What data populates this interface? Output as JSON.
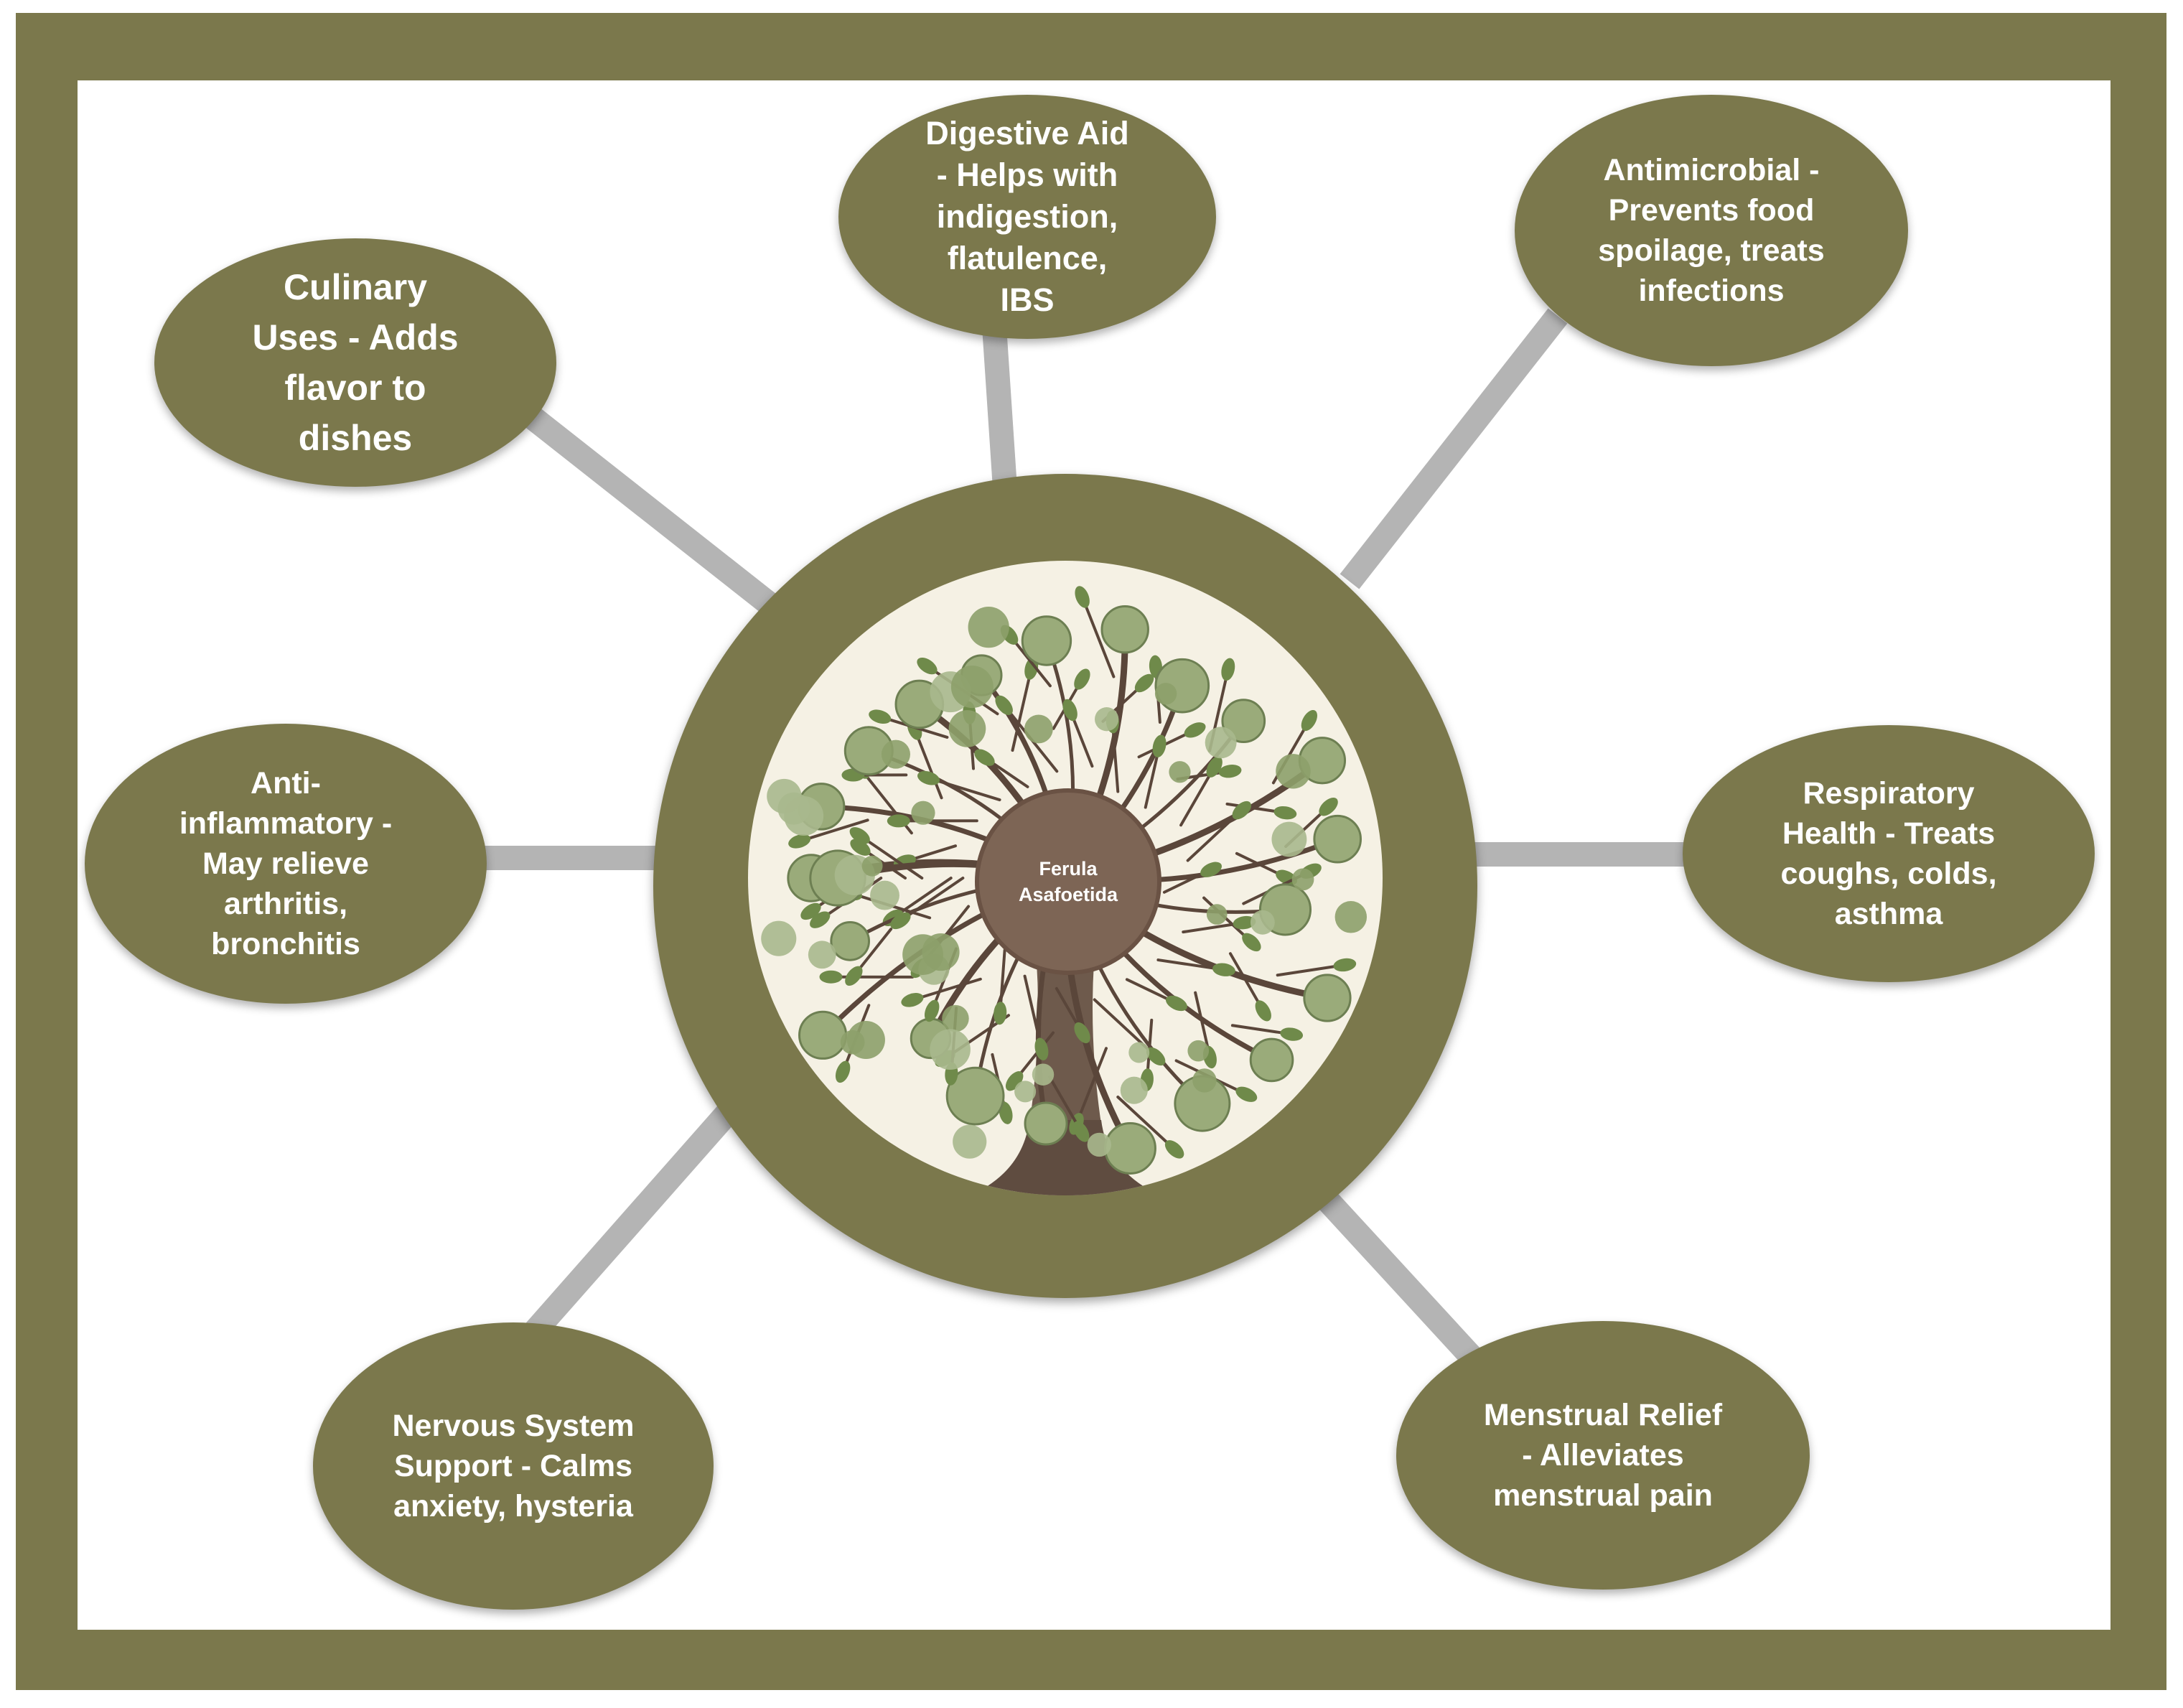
{
  "colors": {
    "frame": "#7b784c",
    "node_fill": "#7b784c",
    "connector": "#b4b4b4",
    "center_fill": "#7d6555",
    "text": "#ffffff"
  },
  "center": {
    "label": "Ferula\nAsafoetida",
    "illustration": "tree-illustration"
  },
  "nodes": [
    {
      "id": "culinary",
      "text": "Culinary\nUses - Adds\nflavor to\ndishes"
    },
    {
      "id": "digestive",
      "text": "Digestive Aid\n- Helps with\nindigestion,\nflatulence,\nIBS"
    },
    {
      "id": "antimicrobial",
      "text": "Antimicrobial -\nPrevents food\nspoilage, treats\ninfections"
    },
    {
      "id": "anti-inflammatory",
      "text": "Anti-\ninflammatory -\nMay relieve\narthritis,\nbronchitis"
    },
    {
      "id": "respiratory",
      "text": "Respiratory\nHealth - Treats\ncoughs, colds,\nasthma"
    },
    {
      "id": "nervous",
      "text": "Nervous System\nSupport - Calms\nanxiety, hysteria"
    },
    {
      "id": "menstrual",
      "text": "Menstrual Relief\n- Alleviates\nmenstrual pain"
    }
  ]
}
